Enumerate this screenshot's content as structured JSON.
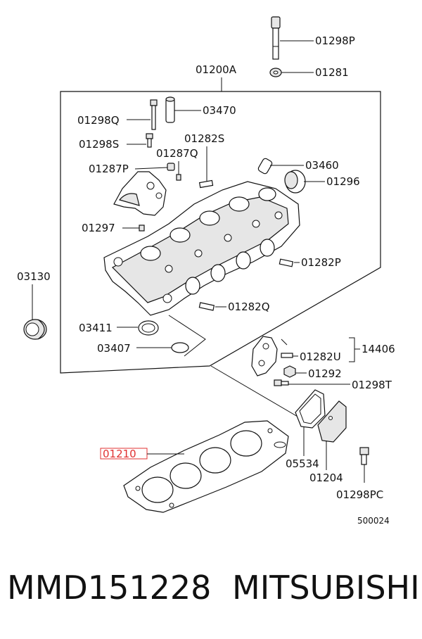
{
  "diagram": {
    "labels": {
      "p01298P": "01298P",
      "p01281": "01281",
      "p01200A": "01200A",
      "p01298Q": "01298Q",
      "p03470": "03470",
      "p01298S": "01298S",
      "p01282S": "01282S",
      "p01287Q": "01287Q",
      "p01287P": "01287P",
      "p03460": "03460",
      "p01296": "01296",
      "p01297": "01297",
      "p01282P": "01282P",
      "p03130": "03130",
      "p01282Q": "01282Q",
      "p03411": "03411",
      "p03407": "03407",
      "p14406": "14406",
      "p01282U": "01282U",
      "p01292": "01292",
      "p01298T": "01298T",
      "p01210": "01210",
      "p05534": "05534",
      "p01204": "01204",
      "p01298PC": "01298PC",
      "code": "500024"
    },
    "highlight_color": "#e03030"
  },
  "footer": {
    "part_number": "MMD151228",
    "brand": "MITSUBISHI"
  }
}
